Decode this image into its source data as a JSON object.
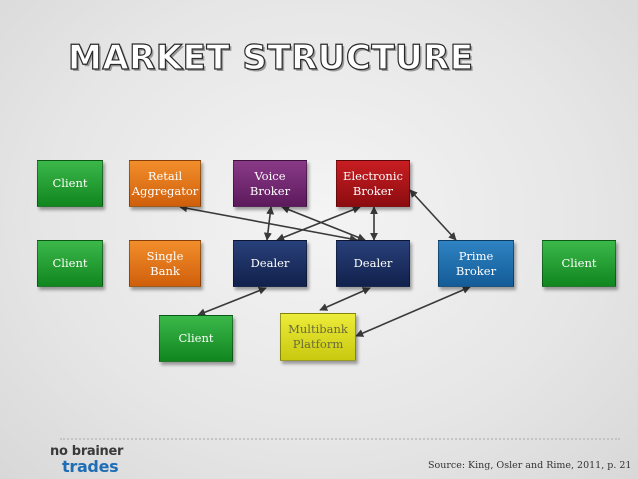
{
  "title": "MARKET STRUCTURE",
  "nodes": {
    "client_top": "Client",
    "retail_aggregator": "Retail\nAggregator",
    "voice_broker": "Voice\nBroker",
    "electronic_broker": "Electronic\nBroker",
    "client_mid": "Client",
    "single_bank": "Single\nBank",
    "dealer_left": "Dealer",
    "dealer_right": "Dealer",
    "prime_broker": "Prime\nBroker",
    "client_right": "Client",
    "client_bottom": "Client",
    "multibank_platform": "Multibank\nPlatform"
  },
  "colors": {
    "client": "#11861f",
    "retail_aggregator": "#d05f0c",
    "single_bank": "#d05f0c",
    "voice_broker": "#5c1a5c",
    "electronic_broker": "#8c0c10",
    "dealer": "#12214d",
    "prime_broker": "#135c98",
    "multibank_platform": "#c9c910"
  },
  "logo": {
    "line1": "no brainer",
    "line2": "trades"
  },
  "source": "Source: King, Osler and Rime, 2011, p. 21"
}
